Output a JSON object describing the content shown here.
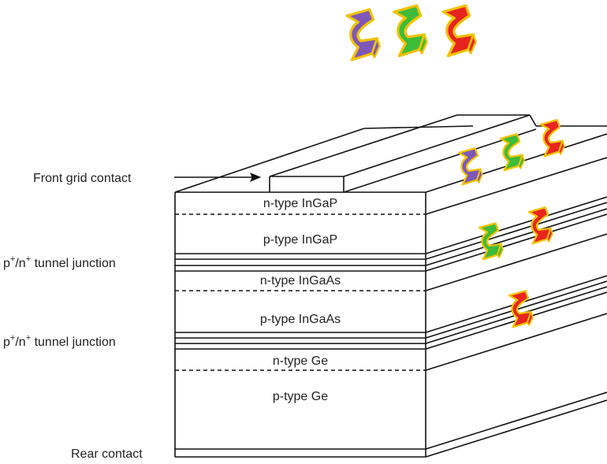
{
  "labels": {
    "front_grid_contact": "Front grid contact",
    "tunnel_junction_p": "p",
    "tunnel_junction_plus": "+",
    "tunnel_junction_slash": "/n",
    "tunnel_junction_rest": " tunnel junction",
    "rear_contact": "Rear contact"
  },
  "layers": {
    "n_ingap": "n-type InGaP",
    "p_ingap": "p-type InGaP",
    "n_ingaas": "n-type InGaAs",
    "p_ingaas": "p-type InGaAs",
    "n_ge": "n-type Ge",
    "p_ge": "p-type Ge"
  },
  "colors": {
    "purple": "#7e57b8",
    "green": "#3dbb3a",
    "red": "#e8241e",
    "outline": "#f2c200"
  }
}
